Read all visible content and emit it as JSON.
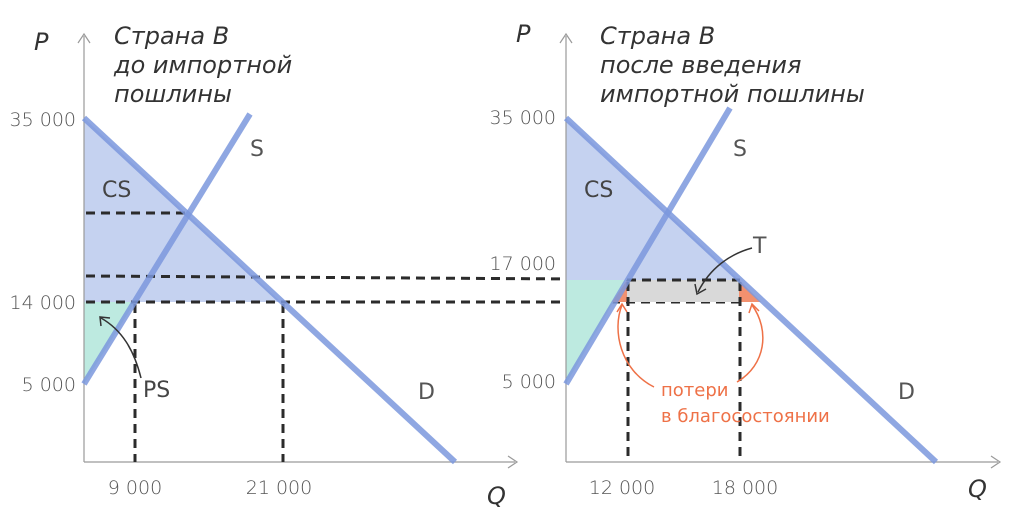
{
  "chart_data": [
    {
      "type": "line",
      "title": "Страна В до импортной пошлины",
      "title_lines": [
        "Страна В",
        "до импортной",
        "пошлины"
      ],
      "xlabel": "Q",
      "ylabel": "P",
      "y_ticks": [
        "35 000",
        "14 000",
        "5 000"
      ],
      "x_ticks": [
        "9 000",
        "21 000"
      ],
      "series": [
        {
          "name": "D",
          "label": "D",
          "points": [
            [
              0,
              35000
            ],
            [
              35000,
              0
            ]
          ],
          "color": "#7b98dd"
        },
        {
          "name": "S",
          "label": "S",
          "points": [
            [
              0,
              5000
            ],
            [
              15000,
              35000
            ]
          ],
          "color": "#7b98dd"
        }
      ],
      "world_price": 14000,
      "quantity_supplied": 9000,
      "quantity_demanded": 21000,
      "areas": [
        {
          "label": "CS",
          "color": "#c5d2f0"
        },
        {
          "label": "PS",
          "color": "#bdeae0"
        }
      ],
      "annotations": [
        "CS",
        "PS",
        "S",
        "D"
      ]
    },
    {
      "type": "line",
      "title": "Страна В после введения импортной пошлины",
      "title_lines": [
        "Страна В",
        "после введения",
        "импортной пошлины"
      ],
      "xlabel": "Q",
      "ylabel": "P",
      "y_ticks": [
        "35 000",
        "17 000",
        "5 000"
      ],
      "x_ticks": [
        "12 000",
        "18 000"
      ],
      "series": [
        {
          "name": "D",
          "label": "D",
          "points": [
            [
              0,
              35000
            ],
            [
              35000,
              0
            ]
          ],
          "color": "#7b98dd"
        },
        {
          "name": "S",
          "label": "S",
          "points": [
            [
              0,
              5000
            ],
            [
              15000,
              35000
            ]
          ],
          "color": "#7b98dd"
        }
      ],
      "price_with_tariff": 17000,
      "world_price": 14000,
      "quantity_supplied": 12000,
      "quantity_demanded": 18000,
      "areas": [
        {
          "label": "CS",
          "color": "#c5d2f0"
        },
        {
          "label": "PS",
          "color": "#bdeae0"
        },
        {
          "label": "T",
          "color": "#d9d9d9"
        },
        {
          "label": "потери в благосостоянии",
          "color": "#f2916f"
        }
      ],
      "annotations": [
        "CS",
        "S",
        "D",
        "T",
        "потери в благосостоянии"
      ]
    }
  ],
  "left": {
    "title": [
      "Страна В",
      "до импортной",
      "пошлины"
    ],
    "y_axis_label": "P",
    "x_axis_label": "Q",
    "y_ticks": [
      "35 000",
      "14 000",
      "5 000"
    ],
    "x_ticks": [
      "9 000",
      "21 000"
    ],
    "labels": {
      "cs": "CS",
      "ps": "PS",
      "s": "S",
      "d": "D"
    }
  },
  "right": {
    "title": [
      "Страна В",
      "после введения",
      "импортной пошлины"
    ],
    "y_axis_label": "P",
    "x_axis_label": "Q",
    "y_ticks": [
      "35 000",
      "17 000",
      "5 000"
    ],
    "x_ticks": [
      "12 000",
      "18 000"
    ],
    "labels": {
      "cs": "CS",
      "s": "S",
      "d": "D",
      "t": "T",
      "loss": [
        "потери",
        "в благосостоянии"
      ]
    }
  },
  "colors": {
    "curve": "#7b98dd",
    "cs_fill": "#c5d2f0",
    "ps_fill": "#bdeae0",
    "tariff_fill": "#d9d9d9",
    "loss_fill": "#f2916f",
    "loss_text": "#ee7147",
    "dash": "#2b2b2b",
    "axis": "#9a9a9a"
  }
}
